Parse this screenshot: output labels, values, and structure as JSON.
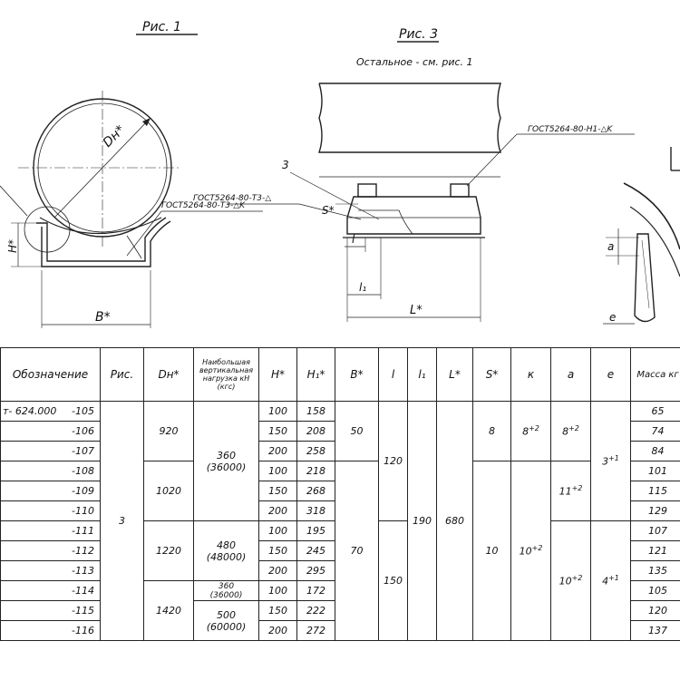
{
  "figures": {
    "fig1_title": "Рис. 1",
    "fig3_title": "Рис. 3",
    "fig3_subtitle": "Остальное - см. рис. 1",
    "dn_label": "Dн*",
    "h_label": "H*",
    "b_label": "B*",
    "weld_fig1": "ГОСТ5264-80-Т3-△K",
    "weld_fig3_top": "ГОСТ5264-80-Н1-△K",
    "weld_fig3_mid": "ГОСТ5264-80-Т3-△",
    "callout_3": "3",
    "s_label": "S*",
    "l_label": "l",
    "l1_label": "l₁",
    "L_label": "L*",
    "a_label": "a",
    "e_label": "e"
  },
  "table": {
    "headers": {
      "designation": "Обозначение",
      "fig": "Рис.",
      "dn": "Dн*",
      "load": "Наибольшая вертикальная нагрузка кН (кгс)",
      "h": "H*",
      "h1": "H₁*",
      "b": "B*",
      "l": "l",
      "l1": "l₁",
      "L": "L*",
      "s": "S*",
      "k": "к",
      "a": "a",
      "e": "e",
      "mass": "Масса кг"
    },
    "designation_prefix": "т- 624.000",
    "fig_value": "3",
    "rows": [
      {
        "num": "-105",
        "h": "100",
        "h1": "158",
        "mass": "65"
      },
      {
        "num": "-106",
        "h": "150",
        "h1": "208",
        "mass": "74"
      },
      {
        "num": "-107",
        "h": "200",
        "h1": "258",
        "mass": "84"
      },
      {
        "num": "-108",
        "h": "100",
        "h1": "218",
        "mass": "101"
      },
      {
        "num": "-109",
        "h": "150",
        "h1": "268",
        "mass": "115"
      },
      {
        "num": "-110",
        "h": "200",
        "h1": "318",
        "mass": "129"
      },
      {
        "num": "-111",
        "h": "100",
        "h1": "195",
        "mass": "107"
      },
      {
        "num": "-112",
        "h": "150",
        "h1": "245",
        "mass": "121"
      },
      {
        "num": "-113",
        "h": "200",
        "h1": "295",
        "mass": "135"
      },
      {
        "num": "-114",
        "h": "100",
        "h1": "172",
        "mass": "105"
      },
      {
        "num": "-115",
        "h": "150",
        "h1": "222",
        "mass": "120"
      },
      {
        "num": "-116",
        "h": "200",
        "h1": "272",
        "mass": "137"
      }
    ],
    "dn_groups": [
      "920",
      "1020",
      "1220",
      "1420"
    ],
    "load_groups": {
      "g1_kn": "360",
      "g1_kgs": "(36000)",
      "g2_kn": "480",
      "g2_kgs": "(48000)",
      "g3_kn": "360",
      "g3_kgs": "(36000)",
      "g4_kn": "500",
      "g4_kgs": "(60000)"
    },
    "b_groups": [
      "50",
      "70"
    ],
    "l_groups": [
      "120",
      "150"
    ],
    "l1_value": "190",
    "L_value": "680",
    "s_groups": [
      "8",
      "10"
    ],
    "k_groups": {
      "g1_base": "8",
      "g1_tol": "+2",
      "g2_base": "10",
      "g2_tol": "+2"
    },
    "a_groups": {
      "g1_base": "8",
      "g1_tol": "+2",
      "g2_base": "11",
      "g2_tol": "+2",
      "g3_base": "10",
      "g3_tol": "+2"
    },
    "e_groups": {
      "g1_base": "3",
      "g1_tol": "+1",
      "g2_base": "4",
      "g2_tol": "+1"
    }
  }
}
